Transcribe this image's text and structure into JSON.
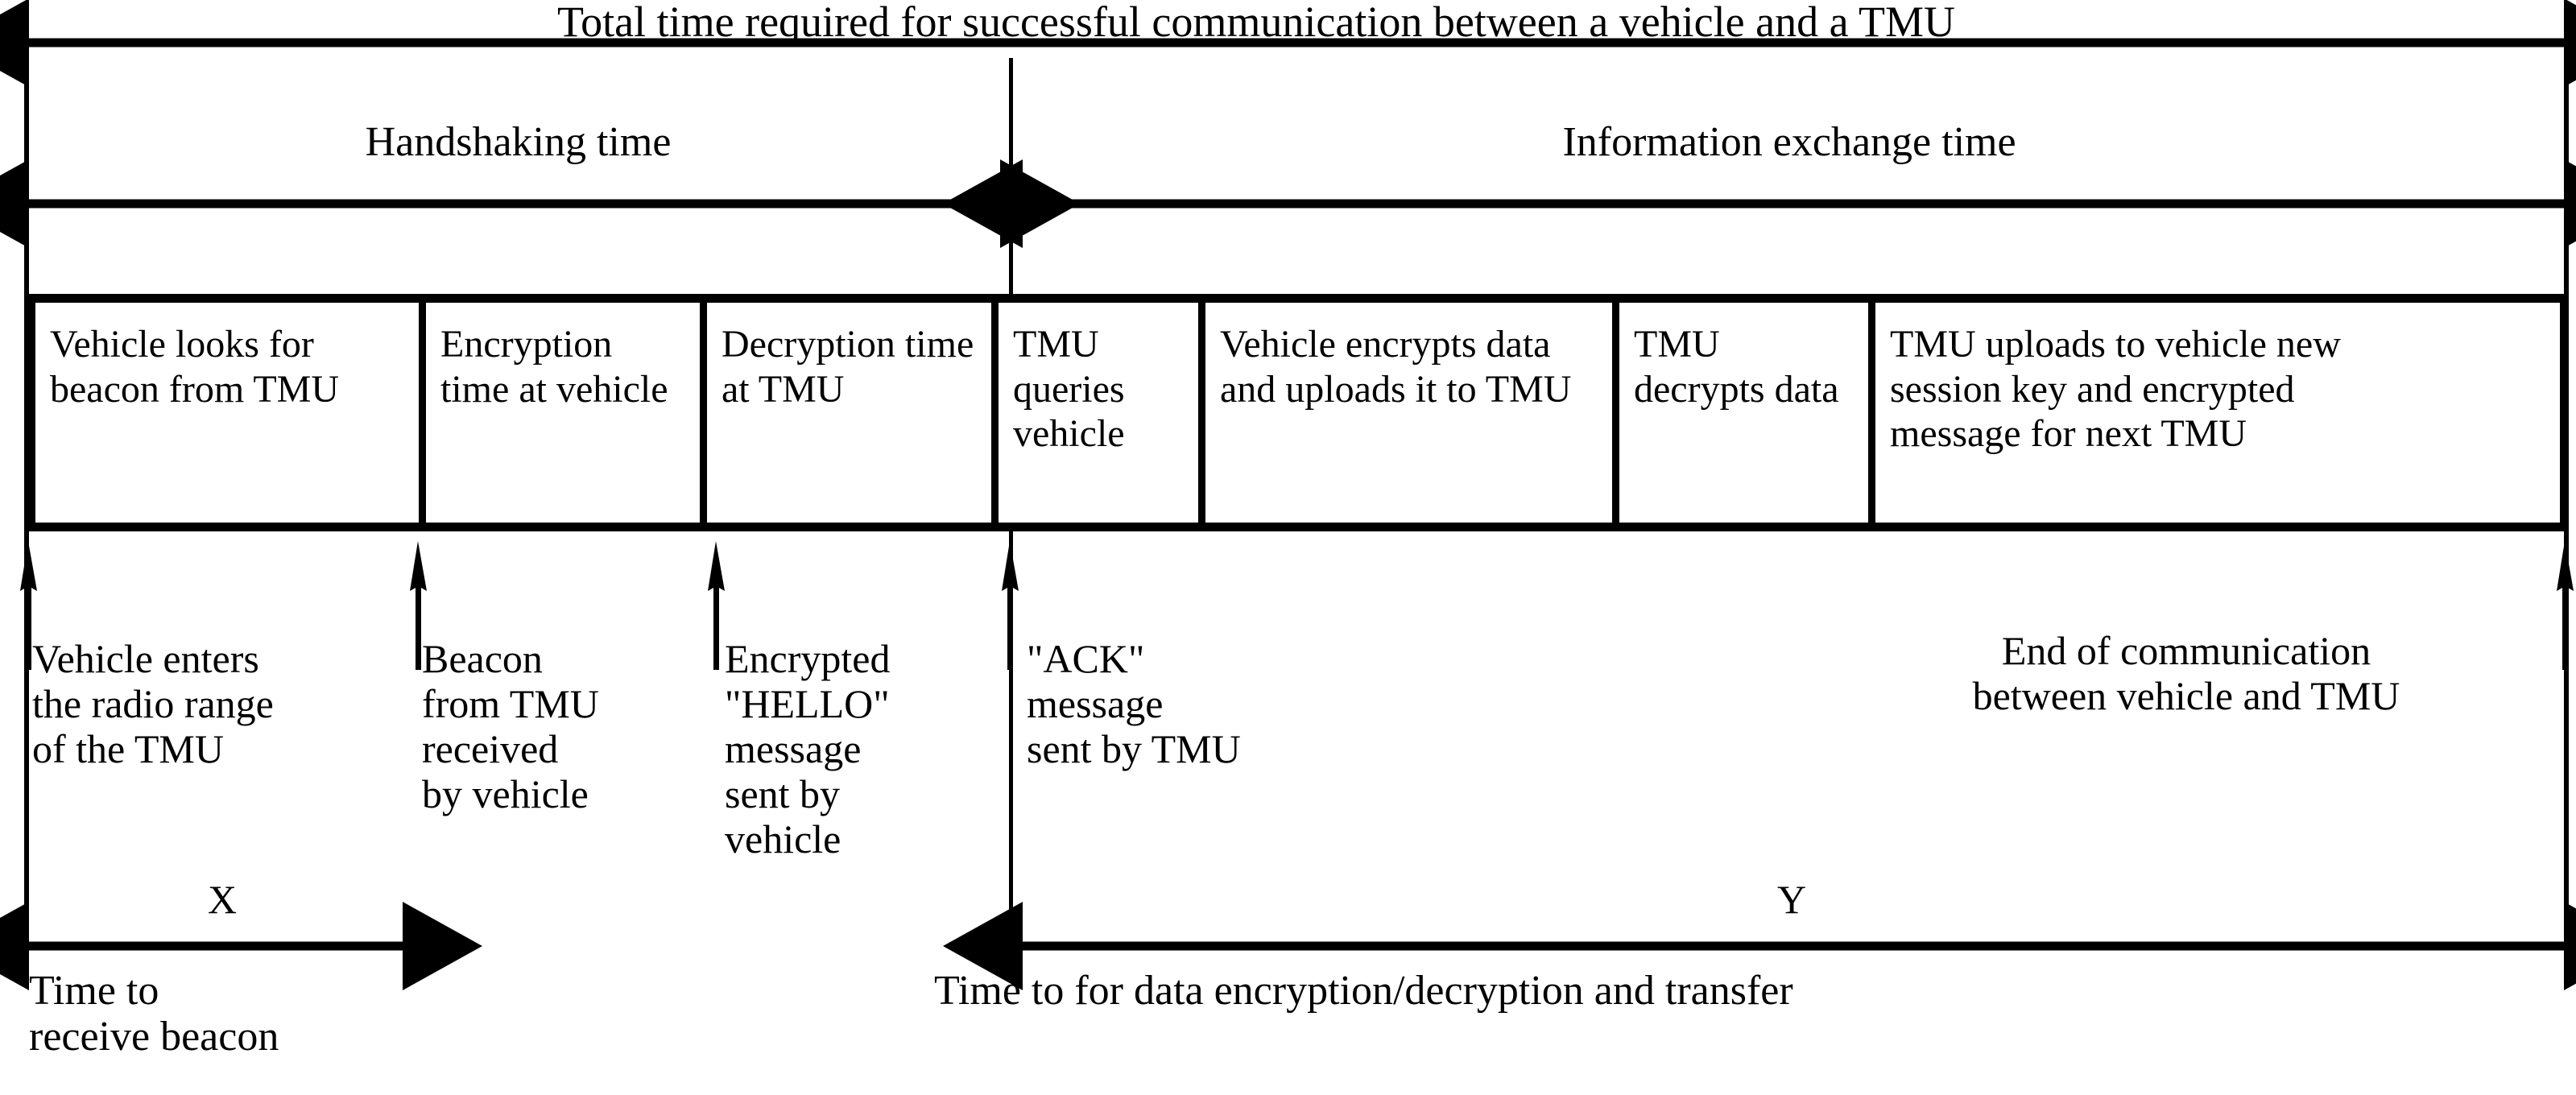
{
  "diagram": {
    "title": "Total time required for successful communication between a vehicle and a TMU",
    "phases": {
      "handshaking": "Handshaking time",
      "information_exchange": "Information exchange time"
    },
    "stages": [
      {
        "id": "vehicle-looks-for-beacon",
        "label": "Vehicle looks\nfor beacon\nfrom TMU"
      },
      {
        "id": "encryption-at-vehicle",
        "label": "Encryption\ntime at\nvehicle"
      },
      {
        "id": "decryption-at-tmu",
        "label": "Decryption\ntime at\nTMU"
      },
      {
        "id": "tmu-queries-vehicle",
        "label": "TMU\nqueries\nvehicle"
      },
      {
        "id": "vehicle-encrypts-uploads",
        "label": "Vehicle encrypts\ndata and uploads\nit to TMU"
      },
      {
        "id": "tmu-decrypts-data",
        "label": "TMU\ndecrypts\ndata"
      },
      {
        "id": "tmu-uploads-session-key",
        "label": "TMU uploads to vehicle new\nsession key and encrypted\nmessage for next TMU"
      }
    ],
    "events": [
      {
        "id": "vehicle-enters-range",
        "label": "Vehicle enters\nthe radio range\nof the TMU"
      },
      {
        "id": "beacon-received",
        "label": "Beacon\nfrom TMU\nreceived\nby vehicle"
      },
      {
        "id": "hello-sent",
        "label": "Encrypted\n\"HELLO\"\nmessage\nsent by\nvehicle"
      },
      {
        "id": "ack-sent",
        "label": "\"ACK\"\nmessage\nsent by TMU"
      },
      {
        "id": "end-of-communication",
        "label": "End of communication\nbetween vehicle and TMU"
      }
    ],
    "intervals": {
      "x_symbol": "X",
      "y_symbol": "Y",
      "x_label": "Time to\nreceive beacon",
      "y_label": "Time to for data encryption/decryption and transfer"
    },
    "colors": {
      "ink": "#000000",
      "background": "#ffffff"
    }
  }
}
